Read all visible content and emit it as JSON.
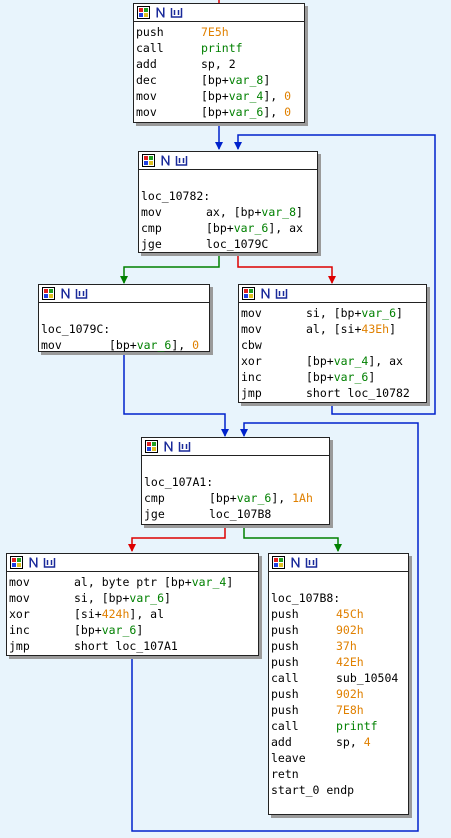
{
  "colors": {
    "background": "#e8f4fc",
    "edge_unconditional": "#0022cc",
    "edge_true": "#008000",
    "edge_false": "#dd0000",
    "number": "#e08000",
    "var": "#008000"
  },
  "header_icons": [
    "graph-node-grid-icon",
    "n-icon",
    "xref-icon"
  ],
  "nodes": [
    {
      "id": "n1",
      "label": "",
      "lines": [
        {
          "m": "push",
          "p": [
            {
              "t": "7E5h",
              "c": "num"
            }
          ]
        },
        {
          "m": "call",
          "p": [
            {
              "t": "printf",
              "c": "func"
            }
          ]
        },
        {
          "m": "add",
          "p": [
            {
              "t": "sp, 2",
              "c": "txt"
            }
          ]
        },
        {
          "m": "dec",
          "p": [
            {
              "t": "[bp+",
              "c": "txt"
            },
            {
              "t": "var_8",
              "c": "var"
            },
            {
              "t": "]",
              "c": "txt"
            }
          ]
        },
        {
          "m": "mov",
          "p": [
            {
              "t": "[bp+",
              "c": "txt"
            },
            {
              "t": "var_4",
              "c": "var"
            },
            {
              "t": "], ",
              "c": "txt"
            },
            {
              "t": "0",
              "c": "num"
            }
          ]
        },
        {
          "m": "mov",
          "p": [
            {
              "t": "[bp+",
              "c": "txt"
            },
            {
              "t": "var_6",
              "c": "var"
            },
            {
              "t": "], ",
              "c": "txt"
            },
            {
              "t": "0",
              "c": "num"
            }
          ]
        }
      ]
    },
    {
      "id": "n2",
      "label": "loc_10782:",
      "lines": [
        {
          "m": "mov",
          "p": [
            {
              "t": "ax, [bp+",
              "c": "txt"
            },
            {
              "t": "var_8",
              "c": "var"
            },
            {
              "t": "]",
              "c": "txt"
            }
          ]
        },
        {
          "m": "cmp",
          "p": [
            {
              "t": "[bp+",
              "c": "txt"
            },
            {
              "t": "var_6",
              "c": "var"
            },
            {
              "t": "], ax",
              "c": "txt"
            }
          ]
        },
        {
          "m": "jge",
          "p": [
            {
              "t": "loc_1079C",
              "c": "txt"
            }
          ]
        }
      ]
    },
    {
      "id": "n3",
      "label": "loc_1079C:",
      "lines": [
        {
          "m": "mov",
          "p": [
            {
              "t": "[bp+",
              "c": "txt"
            },
            {
              "t": "var_6",
              "c": "var"
            },
            {
              "t": "], ",
              "c": "txt"
            },
            {
              "t": "0",
              "c": "num"
            }
          ]
        }
      ]
    },
    {
      "id": "n4",
      "label": "",
      "lines": [
        {
          "m": "mov",
          "p": [
            {
              "t": "si, [bp+",
              "c": "txt"
            },
            {
              "t": "var_6",
              "c": "var"
            },
            {
              "t": "]",
              "c": "txt"
            }
          ]
        },
        {
          "m": "mov",
          "p": [
            {
              "t": "al, [si+",
              "c": "txt"
            },
            {
              "t": "43Eh",
              "c": "num"
            },
            {
              "t": "]",
              "c": "txt"
            }
          ]
        },
        {
          "m": "cbw",
          "p": []
        },
        {
          "m": "xor",
          "p": [
            {
              "t": "[bp+",
              "c": "txt"
            },
            {
              "t": "var_4",
              "c": "var"
            },
            {
              "t": "], ax",
              "c": "txt"
            }
          ]
        },
        {
          "m": "inc",
          "p": [
            {
              "t": "[bp+",
              "c": "txt"
            },
            {
              "t": "var_6",
              "c": "var"
            },
            {
              "t": "]",
              "c": "txt"
            }
          ]
        },
        {
          "m": "jmp",
          "p": [
            {
              "t": "short loc_10782",
              "c": "txt"
            }
          ]
        }
      ]
    },
    {
      "id": "n5",
      "label": "loc_107A1:",
      "lines": [
        {
          "m": "cmp",
          "p": [
            {
              "t": "[bp+",
              "c": "txt"
            },
            {
              "t": "var_6",
              "c": "var"
            },
            {
              "t": "], ",
              "c": "txt"
            },
            {
              "t": "1Ah",
              "c": "num"
            }
          ]
        },
        {
          "m": "jge",
          "p": [
            {
              "t": "loc_107B8",
              "c": "txt"
            }
          ]
        }
      ]
    },
    {
      "id": "n6",
      "label": "",
      "lines": [
        {
          "m": "mov",
          "p": [
            {
              "t": "al, byte ptr [bp+",
              "c": "txt"
            },
            {
              "t": "var_4",
              "c": "var"
            },
            {
              "t": "]",
              "c": "txt"
            }
          ]
        },
        {
          "m": "mov",
          "p": [
            {
              "t": "si, [bp+",
              "c": "txt"
            },
            {
              "t": "var_6",
              "c": "var"
            },
            {
              "t": "]",
              "c": "txt"
            }
          ]
        },
        {
          "m": "xor",
          "p": [
            {
              "t": "[si+",
              "c": "txt"
            },
            {
              "t": "424h",
              "c": "num"
            },
            {
              "t": "], al",
              "c": "txt"
            }
          ]
        },
        {
          "m": "inc",
          "p": [
            {
              "t": "[bp+",
              "c": "txt"
            },
            {
              "t": "var_6",
              "c": "var"
            },
            {
              "t": "]",
              "c": "txt"
            }
          ]
        },
        {
          "m": "jmp",
          "p": [
            {
              "t": "short loc_107A1",
              "c": "txt"
            }
          ]
        }
      ]
    },
    {
      "id": "n7",
      "label": "loc_107B8:",
      "lines": [
        {
          "m": "push",
          "p": [
            {
              "t": "45Ch",
              "c": "num"
            }
          ]
        },
        {
          "m": "push",
          "p": [
            {
              "t": "902h",
              "c": "num"
            }
          ]
        },
        {
          "m": "push",
          "p": [
            {
              "t": "37h",
              "c": "num"
            }
          ]
        },
        {
          "m": "push",
          "p": [
            {
              "t": "42Eh",
              "c": "num"
            }
          ]
        },
        {
          "m": "call",
          "p": [
            {
              "t": "sub_10504",
              "c": "txt"
            }
          ]
        },
        {
          "m": "push",
          "p": [
            {
              "t": "902h",
              "c": "num"
            }
          ]
        },
        {
          "m": "push",
          "p": [
            {
              "t": "7E8h",
              "c": "num"
            }
          ]
        },
        {
          "m": "call",
          "p": [
            {
              "t": "printf",
              "c": "func"
            }
          ]
        },
        {
          "m": "add",
          "p": [
            {
              "t": "sp, ",
              "c": "txt"
            },
            {
              "t": "4",
              "c": "num"
            }
          ]
        },
        {
          "m": "leave",
          "p": []
        },
        {
          "m": "retn",
          "p": []
        },
        {
          "m": "start_0 endp",
          "p": []
        }
      ]
    }
  ]
}
